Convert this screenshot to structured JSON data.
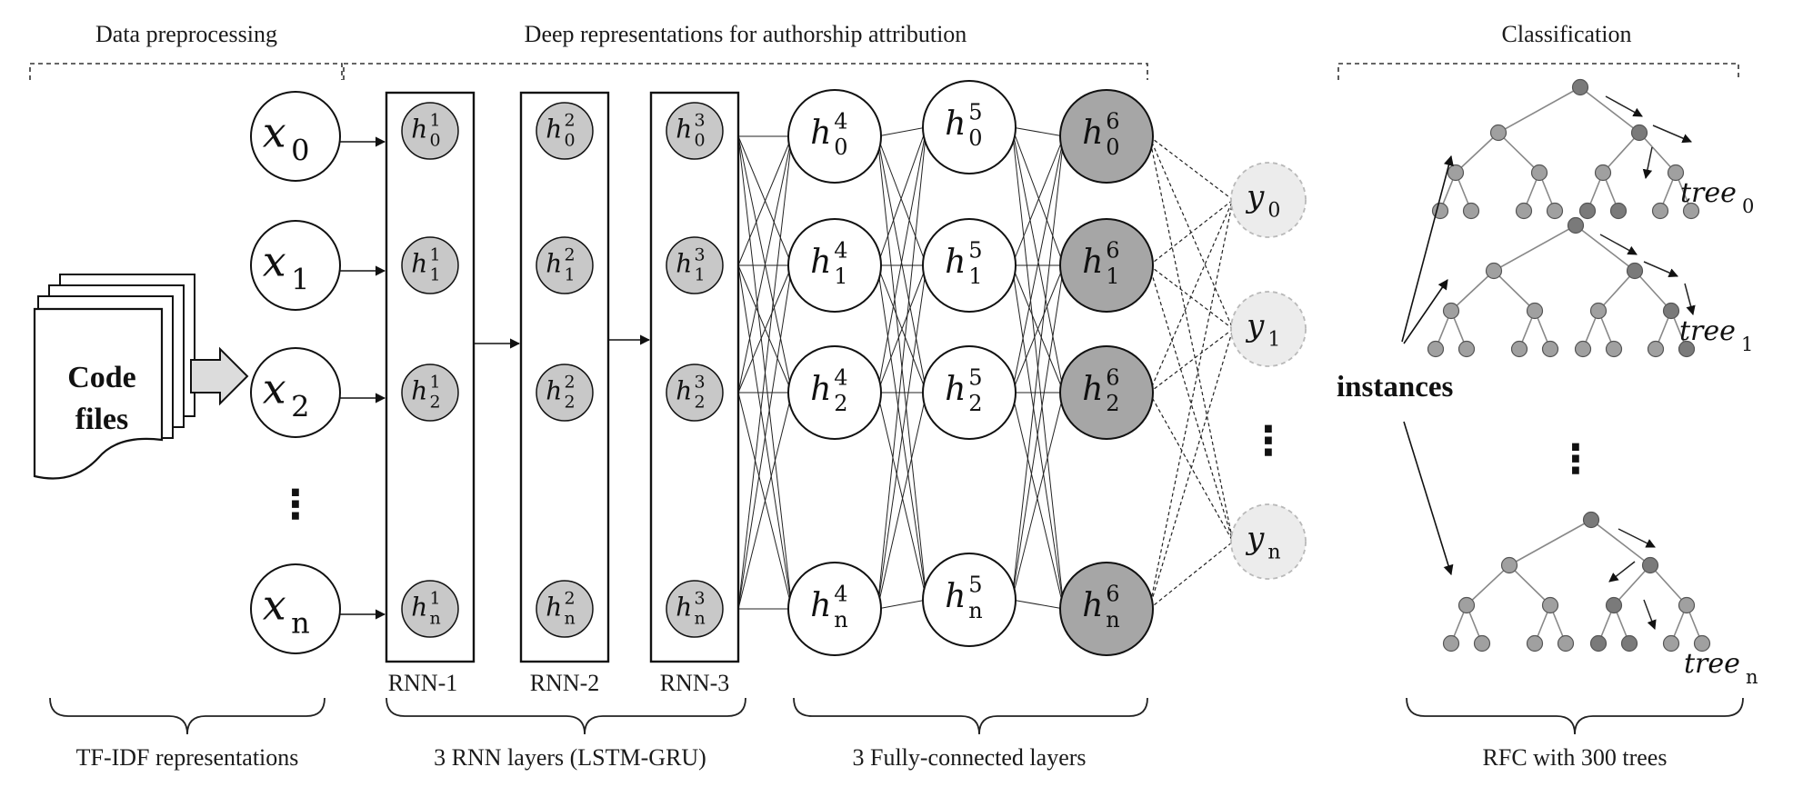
{
  "top_labels": {
    "data_preprocessing": "Data preprocessing",
    "deep_representations": "Deep representations for authorship attribution",
    "classification": "Classification"
  },
  "bottom_labels": {
    "tfidf": "TF-IDF representations",
    "rnn_layers": "3 RNN layers (LSTM-GRU)",
    "fc_layers": "3 Fully-connected layers",
    "rfc": "RFC with 300 trees"
  },
  "code_files": {
    "line1": "Code",
    "line2": "files"
  },
  "input_nodes": {
    "symbol": "x",
    "subscripts": [
      "0",
      "1",
      "2",
      "n"
    ]
  },
  "rnn_layer_names": [
    "RNN-1",
    "RNN-2",
    "RNN-3"
  ],
  "hidden_symbol": "h",
  "hidden_subscripts": [
    "0",
    "1",
    "2",
    "n"
  ],
  "layer_superscripts": [
    "1",
    "2",
    "3",
    "4",
    "5",
    "6"
  ],
  "output_nodes": {
    "symbol": "y",
    "subscripts": [
      "0",
      "1",
      "n"
    ]
  },
  "instances_label": "instances",
  "trees": {
    "word": "tree",
    "subscripts": [
      "0",
      "1",
      "n"
    ]
  },
  "ellipsis": "⋮",
  "colors": {
    "rnn_node_fill": "#c8c8c8",
    "fc_last_fill": "#a6a6a6",
    "output_fill": "#ececec",
    "tree_node": "#a0a0a0",
    "tree_node_dark": "#7a7a7a",
    "stroke": "#111111"
  }
}
